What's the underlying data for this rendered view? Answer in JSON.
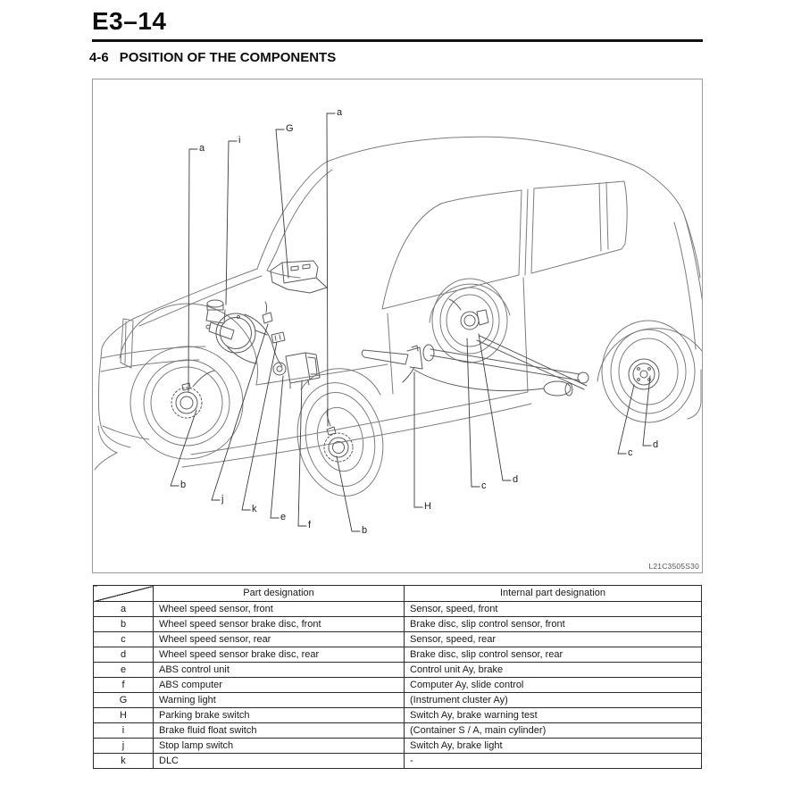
{
  "page": {
    "code": "E3–14"
  },
  "section": {
    "number": "4-6",
    "title": "POSITION OF THE COMPONENTS"
  },
  "figure": {
    "code": "L21C3505S30",
    "callouts": [
      {
        "id": "a-front-left",
        "text": "a"
      },
      {
        "id": "i-reservoir",
        "text": "i"
      },
      {
        "id": "g-cluster",
        "text": "G"
      },
      {
        "id": "a-front-right",
        "text": "a"
      },
      {
        "id": "b-front-left",
        "text": "b"
      },
      {
        "id": "j-stop-lamp",
        "text": "j"
      },
      {
        "id": "k-dlc",
        "text": "k"
      },
      {
        "id": "e-abs-unit",
        "text": "e"
      },
      {
        "id": "f-abs-computer",
        "text": "f"
      },
      {
        "id": "b-front-right",
        "text": "b"
      },
      {
        "id": "h-parking",
        "text": "H"
      },
      {
        "id": "c-rear-left",
        "text": "c"
      },
      {
        "id": "d-rear-left",
        "text": "d"
      },
      {
        "id": "c-rear-right",
        "text": "c"
      },
      {
        "id": "d-rear-right",
        "text": "d"
      }
    ]
  },
  "table": {
    "headers": {
      "corner": "",
      "part": "Part designation",
      "internal": "Internal part designation"
    },
    "rows": [
      {
        "key": "a",
        "part": "Wheel speed sensor, front",
        "internal": "Sensor, speed, front"
      },
      {
        "key": "b",
        "part": "Wheel speed sensor brake disc, front",
        "internal": "Brake disc, slip control sensor, front"
      },
      {
        "key": "c",
        "part": "Wheel speed sensor, rear",
        "internal": "Sensor, speed, rear"
      },
      {
        "key": "d",
        "part": "Wheel speed sensor brake disc, rear",
        "internal": "Brake disc, slip control sensor, rear"
      },
      {
        "key": "e",
        "part": "ABS control unit",
        "internal": "Control unit Ay, brake"
      },
      {
        "key": "f",
        "part": "ABS computer",
        "internal": "Computer Ay, slide control"
      },
      {
        "key": "G",
        "part": "Warning light",
        "internal": "(Instrument cluster Ay)"
      },
      {
        "key": "H",
        "part": "Parking brake switch",
        "internal": "Switch Ay, brake warning test"
      },
      {
        "key": "i",
        "part": "Brake fluid float switch",
        "internal": "(Container S / A, main cylinder)"
      },
      {
        "key": "j",
        "part": "Stop lamp switch",
        "internal": "Switch Ay, brake light"
      },
      {
        "key": "k",
        "part": "DLC",
        "internal": "-"
      }
    ]
  }
}
